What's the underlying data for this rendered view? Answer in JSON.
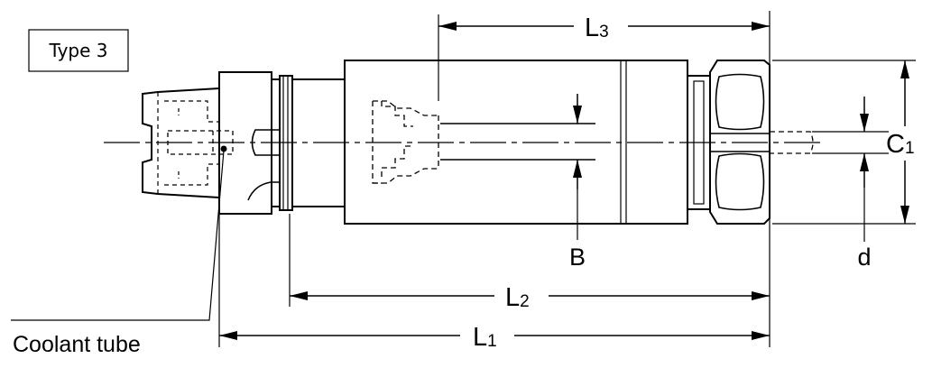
{
  "type_label": "Type 3",
  "dimensions": {
    "L1": {
      "letter": "L",
      "sub": "1"
    },
    "L2": {
      "letter": "L",
      "sub": "2"
    },
    "L3": {
      "letter": "L",
      "sub": "3"
    },
    "C1": {
      "letter": "C",
      "sub": "1"
    },
    "B": "B",
    "d": "d"
  },
  "callout": "Coolant tube"
}
